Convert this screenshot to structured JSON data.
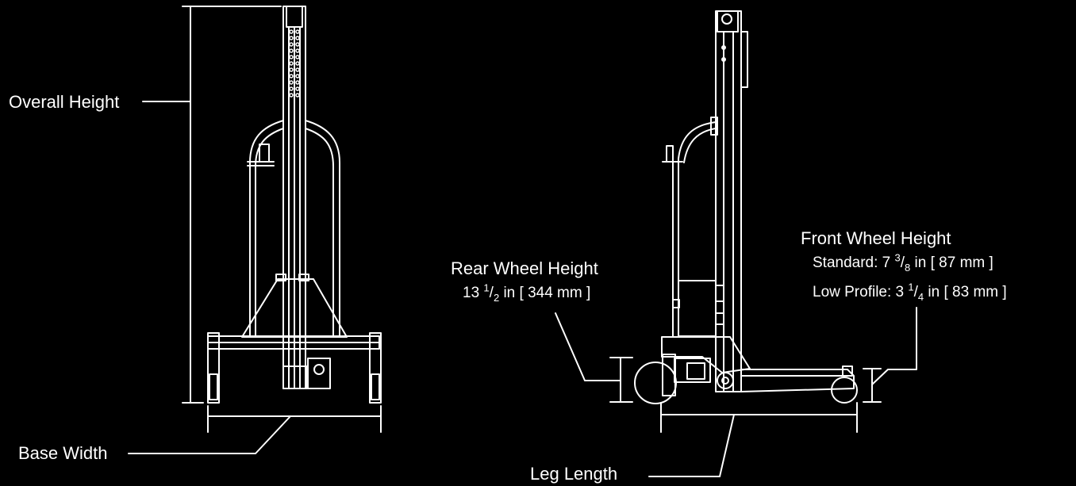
{
  "labels": {
    "overall_height": "Overall Height",
    "base_width": "Base Width",
    "leg_length": "Leg Length",
    "rear_wheel": {
      "title": "Rear Wheel Height",
      "value_pre": "13 ",
      "frac_num": "1",
      "frac_den": "2",
      "value_post": " in [ 344 mm ]"
    },
    "front_wheel": {
      "title": "Front Wheel Height",
      "standard": {
        "pre": "Standard: 7 ",
        "frac_num": "3",
        "frac_den": "8",
        "post": " in [ 87 mm ]"
      },
      "low_profile": {
        "pre": "Low Profile: 3 ",
        "frac_num": "1",
        "frac_den": "4",
        "post": " in [ 83 mm ]"
      }
    }
  },
  "colors": {
    "background": "#000000",
    "line": "#ffffff"
  }
}
